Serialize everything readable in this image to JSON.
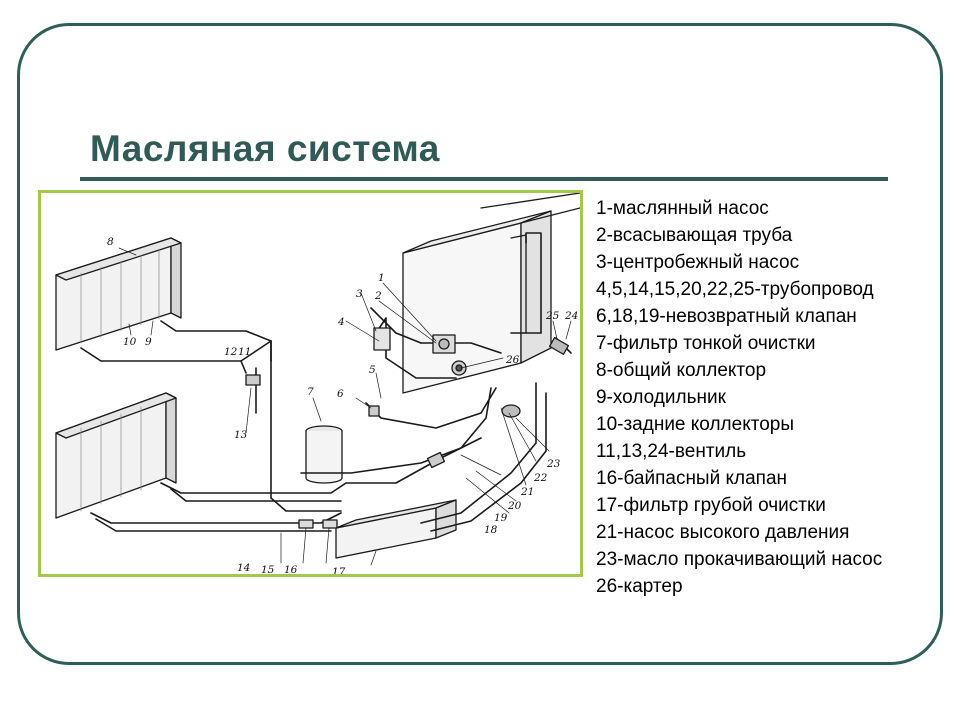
{
  "slide": {
    "title": "Масляная система",
    "accent_color": "#2f5a55",
    "diagram_border_color": "#a4c84a"
  },
  "legend": [
    "1-маслянный насос",
    "2-всасывающая труба",
    "3-центробежный насос",
    "4,5,14,15,20,22,25-трубопровод",
    "6,18,19-невозвратный клапан",
    "7-фильтр тонкой очистки",
    "8-общий коллектор",
    "9-холодильник",
    "10-задние коллекторы",
    "11,13,24-вентиль",
    "16-байпасный клапан",
    "17-фильтр грубой очистки",
    "21-насос высокого давления",
    "23-масло прокачивающий насос",
    "26-картер"
  ],
  "diagram": {
    "callouts": [
      "1",
      "2",
      "3",
      "4",
      "5",
      "6",
      "7",
      "8",
      "9",
      "10",
      "11",
      "12",
      "13",
      "14",
      "15",
      "16",
      "17",
      "18",
      "19",
      "20",
      "21",
      "22",
      "23",
      "24",
      "25",
      "26"
    ]
  }
}
